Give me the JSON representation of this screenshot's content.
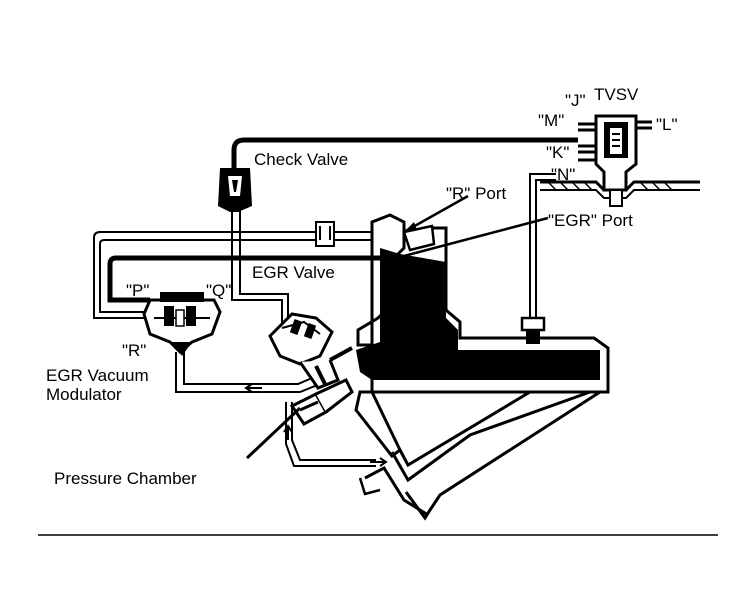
{
  "diagram": {
    "labels": {
      "tvsv": "TVSV",
      "port_j": "\"J\"",
      "port_m": "\"M\"",
      "port_l": "\"L\"",
      "port_k": "\"K\"",
      "port_n": "\"N\"",
      "check_valve": "Check Valve",
      "r_port": "\"R\" Port",
      "egr_port": "\"EGR\" Port",
      "egr_valve": "EGR Valve",
      "port_p": "\"P\"",
      "port_q": "\"Q\"",
      "port_r": "\"R\"",
      "modulator_line1": "EGR Vacuum",
      "modulator_line2": "Modulator",
      "pressure_chamber": "Pressure Chamber"
    },
    "colors": {
      "ink": "#000000",
      "paper": "#ffffff"
    }
  }
}
